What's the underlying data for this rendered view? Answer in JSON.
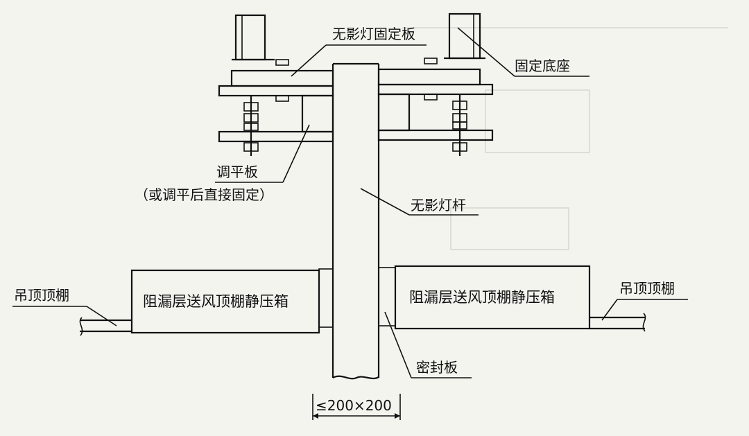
{
  "labels": {
    "mounting_plate": "无影灯固定板",
    "fixed_base": "固定底座",
    "leveling_plate": "调平板",
    "leveling_note": "（或调平后直接固定）",
    "lamp_pole": "无影灯杆",
    "ceiling_left": "吊顶顶棚",
    "ceiling_right": "吊顶顶棚",
    "plenum_box_left": "阻漏层送风顶棚静压箱",
    "plenum_box_right": "阻漏层送风顶棚静压箱",
    "seal_plate": "密封板",
    "dimension": "≤200×200"
  }
}
